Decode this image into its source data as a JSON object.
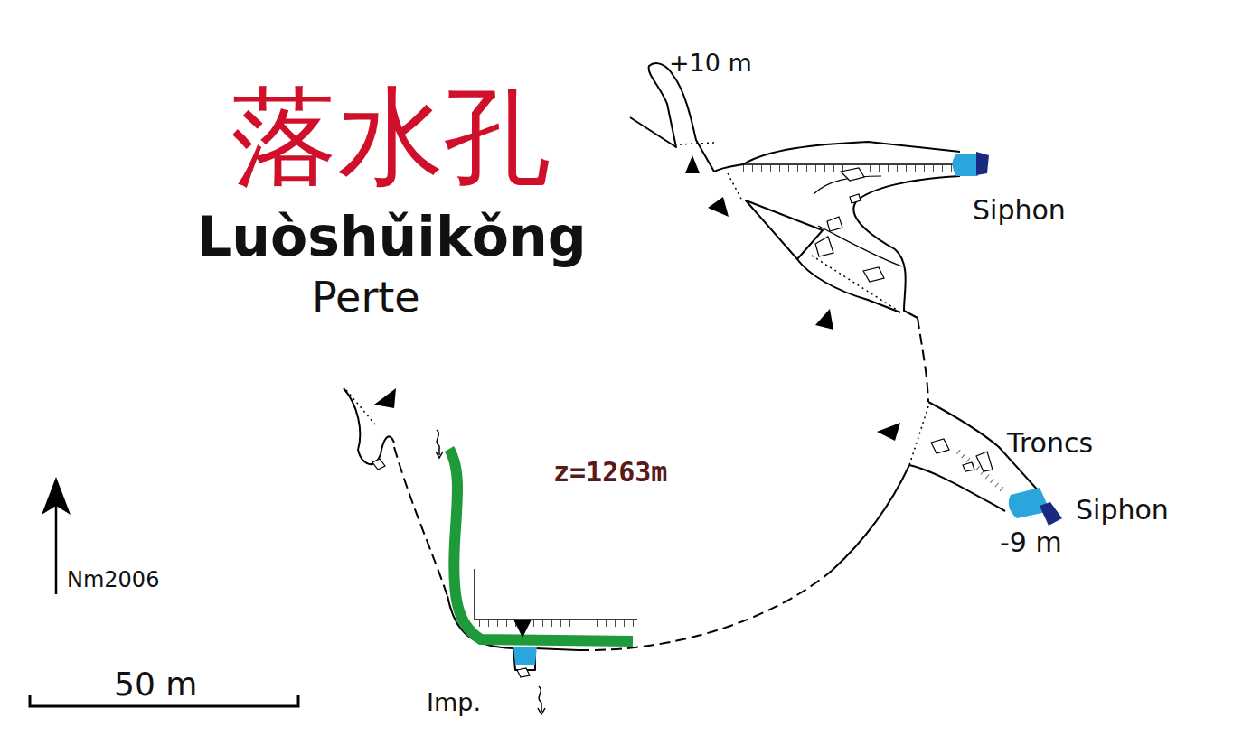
{
  "diagram": {
    "title": "落水孔",
    "labels": [
      "Luòshǔikǒng",
      "Perte",
      "+10 m",
      "Siphon",
      "Troncs",
      "Siphon",
      "-9 m",
      "z=1263m",
      "Nm2006",
      "50 m",
      "Imp."
    ]
  }
}
